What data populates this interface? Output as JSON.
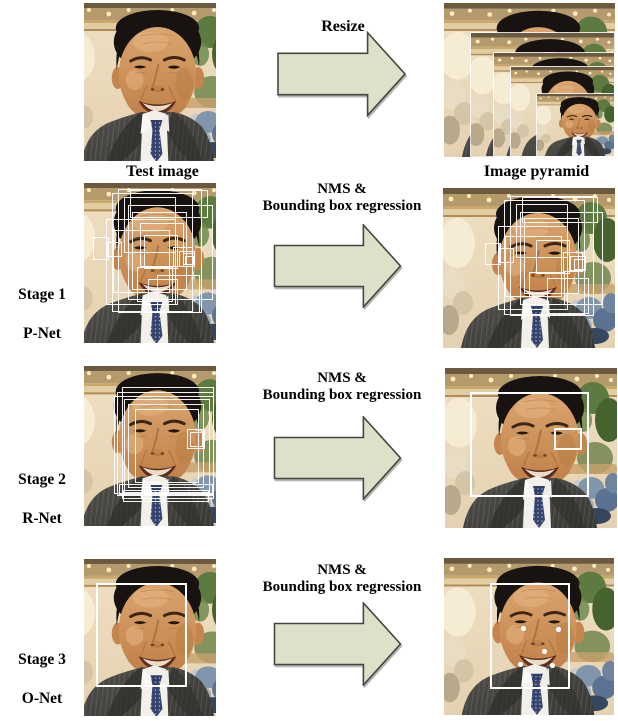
{
  "row1": {
    "left_caption": "Test image",
    "arrow_label": "Resize",
    "right_caption": "Image pyramid"
  },
  "stages": [
    {
      "label1": "Stage 1",
      "label2": "P-Net",
      "arrow1": "NMS &",
      "arrow2": "Bounding box regression",
      "left_boxes": [
        [
          28,
          10,
          81,
          119
        ],
        [
          34,
          6,
          84,
          124
        ],
        [
          44,
          22,
          85,
          95
        ],
        [
          48,
          29,
          55,
          78
        ],
        [
          29,
          47,
          57,
          63
        ],
        [
          40,
          14,
          52,
          56
        ],
        [
          22,
          36,
          70,
          86
        ],
        [
          53,
          84,
          36,
          35
        ],
        [
          73,
          92,
          43,
          38
        ],
        [
          60,
          52,
          34,
          34
        ],
        [
          89,
          64,
          20,
          20
        ],
        [
          95,
          68,
          16,
          16
        ],
        [
          99,
          70,
          12,
          12
        ],
        [
          101,
          73,
          9,
          9
        ],
        [
          23,
          59,
          15,
          15
        ],
        [
          9,
          54,
          16,
          23
        ],
        [
          46,
          7,
          78,
          28
        ],
        [
          56,
          40,
          44,
          44
        ],
        [
          64,
          96,
          30,
          26
        ]
      ],
      "right_boxes": [
        [
          61,
          12,
          81,
          115
        ],
        [
          67,
          8,
          84,
          120
        ],
        [
          77,
          24,
          83,
          93
        ],
        [
          81,
          30,
          55,
          76
        ],
        [
          62,
          48,
          57,
          61
        ],
        [
          73,
          16,
          52,
          54
        ],
        [
          55,
          38,
          70,
          84
        ],
        [
          86,
          84,
          36,
          33
        ],
        [
          104,
          90,
          42,
          36
        ],
        [
          93,
          52,
          34,
          34
        ],
        [
          120,
          64,
          20,
          20
        ],
        [
          127,
          68,
          16,
          15
        ],
        [
          131,
          71,
          11,
          11
        ],
        [
          56,
          60,
          15,
          15
        ],
        [
          42,
          55,
          16,
          22
        ],
        [
          79,
          9,
          76,
          26
        ]
      ],
      "right_landmarks": []
    },
    {
      "label1": "Stage 2",
      "label2": "R-Net",
      "arrow1": "NMS &",
      "arrow2": "Bounding box regression",
      "left_boxes": [
        [
          33,
          26,
          97,
          104
        ],
        [
          38,
          21,
          92,
          112
        ],
        [
          40,
          33,
          86,
          94
        ],
        [
          51,
          43,
          64,
          74
        ],
        [
          44,
          38,
          76,
          84
        ],
        [
          30,
          30,
          100,
          98
        ],
        [
          103,
          63,
          18,
          20
        ],
        [
          106,
          66,
          13,
          15
        ],
        [
          35,
          118,
          94,
          11
        ],
        [
          39,
          124,
          86,
          12
        ]
      ],
      "right_boxes": [
        [
          25,
          24,
          119,
          105
        ],
        [
          109,
          60,
          28,
          22
        ]
      ],
      "right_landmarks": []
    },
    {
      "label1": "Stage 3",
      "label2": "O-Net",
      "arrow1": "NMS &",
      "arrow2": "Bounding box regression",
      "left_boxes": [
        [
          12,
          24,
          91,
          104
        ]
      ],
      "right_boxes": [
        [
          46,
          25,
          80,
          106
        ]
      ],
      "right_landmarks": [
        [
          79,
          70
        ],
        [
          114,
          71
        ],
        [
          100,
          93
        ],
        [
          76,
          106
        ],
        [
          108,
          107
        ]
      ]
    }
  ],
  "pyramid": {
    "layer_count": 5
  },
  "colors": {
    "arrow-fill": "#dce1ca",
    "arrow-stroke": "#45453f",
    "box-color": "#ffffff",
    "text-color": "#000000"
  }
}
